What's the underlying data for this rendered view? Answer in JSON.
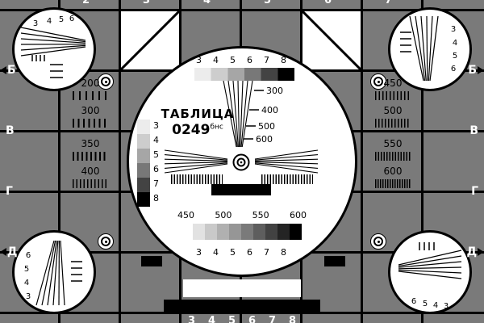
{
  "colors": {
    "background": "#7a7a7a",
    "grid_line": "#000000",
    "panel_white": "#ffffff",
    "ink": "#000000"
  },
  "title": {
    "name": "ТАБЛИЦА",
    "code": "0249",
    "code_suffix": "бнс"
  },
  "edge_letters": {
    "left": [
      "Б",
      "В",
      "Г",
      "Д"
    ],
    "right": [
      "Б",
      "В",
      "Г",
      "Д"
    ]
  },
  "top_edge_digits": [
    "2",
    "3",
    "4",
    "5",
    "6",
    "7"
  ],
  "bottom_edge_digits": [
    "3",
    "4",
    "5",
    "6",
    "7",
    "8"
  ],
  "center_circle": {
    "top_scale_digits": [
      "3",
      "4",
      "5",
      "6",
      "7",
      "8"
    ],
    "fan_labels": [
      "300",
      "400",
      "500",
      "600"
    ],
    "left_scale_digits": [
      "3",
      "4",
      "5",
      "6",
      "7",
      "8"
    ],
    "burst_labels": [
      "450",
      "500",
      "550",
      "600"
    ],
    "bottom_scale_digits": [
      "3",
      "4",
      "5",
      "6",
      "7",
      "8"
    ]
  },
  "side_panels": {
    "left": [
      "200",
      "300",
      "350",
      "400"
    ],
    "right": [
      "450",
      "500",
      "550",
      "600"
    ]
  },
  "corner_circles": {
    "top_left": [
      "3",
      "4",
      "5",
      "6"
    ],
    "top_right": [
      "3",
      "4",
      "5",
      "6"
    ],
    "bottom_left": [
      "6",
      "5",
      "4",
      "3"
    ],
    "bottom_right": [
      "6",
      "5",
      "4",
      "3"
    ]
  }
}
